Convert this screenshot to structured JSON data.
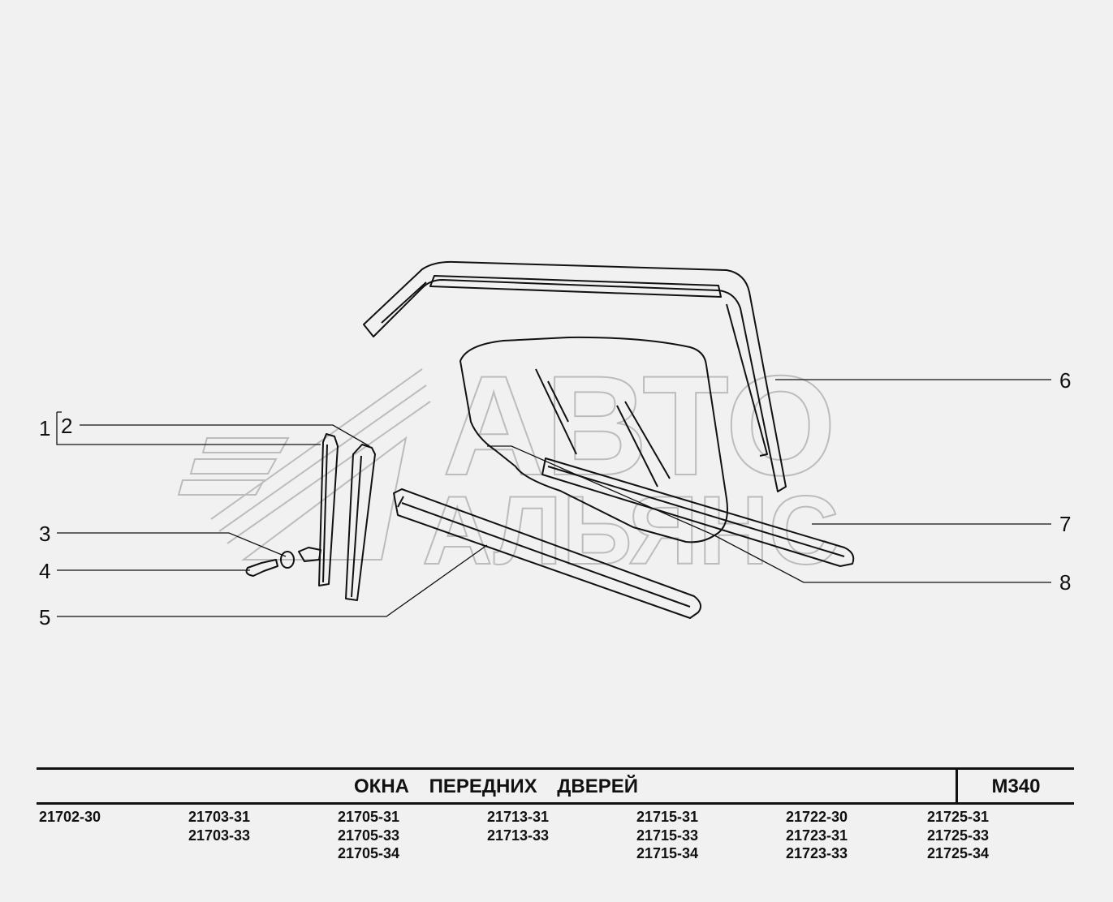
{
  "callouts": [
    "1",
    "2",
    "3",
    "4",
    "5",
    "6",
    "7",
    "8"
  ],
  "watermark": {
    "line1": "АВТО",
    "line2": "АЛЬЯНС"
  },
  "footer": {
    "title": "ОКНА   ПЕРЕДНИХ   ДВЕРЕЙ",
    "code": "М340"
  },
  "models": [
    [
      "21702-30"
    ],
    [
      "21703-31",
      "21703-33"
    ],
    [
      "21705-31",
      "21705-33",
      "21705-34"
    ],
    [
      "21713-31",
      "21713-33"
    ],
    [
      "21715-31",
      "21715-33",
      "21715-34"
    ],
    [
      "21722-30",
      "21723-31",
      "21723-33"
    ],
    [
      "21725-31",
      "21725-33",
      "21725-34"
    ]
  ],
  "colors": {
    "background": "#f1f1f1",
    "line": "#111111",
    "watermark": "#bcbcbc"
  }
}
